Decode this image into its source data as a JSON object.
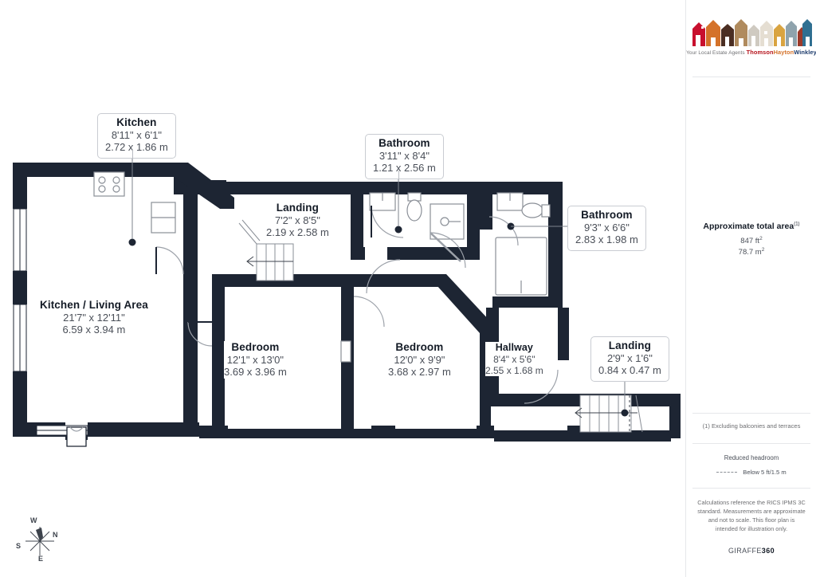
{
  "document": {
    "type": "floor-plan",
    "wall_color": "#1d2533",
    "label_border_color": "#c9ccd2"
  },
  "rooms": [
    {
      "name": "Kitchen",
      "imperial": "8'11\" x 6'1\"",
      "metric": "2.72 x 1.86 m",
      "boxed": true
    },
    {
      "name": "Bathroom",
      "imperial": "3'11\" x 8'4\"",
      "metric": "1.21 x 2.56 m",
      "boxed": true
    },
    {
      "name": "Bathroom",
      "imperial": "9'3\" x 6'6\"",
      "metric": "2.83 x 1.98 m",
      "boxed": true
    },
    {
      "name": "Landing",
      "imperial": "7'2\" x 8'5\"",
      "metric": "2.19 x 2.58 m",
      "boxed": false
    },
    {
      "name": "Kitchen / Living Area",
      "imperial": "21'7\" x 12'11\"",
      "metric": "6.59 x 3.94 m",
      "boxed": false
    },
    {
      "name": "Bedroom",
      "imperial": "12'1\" x 13'0\"",
      "metric": "3.69 x 3.96 m",
      "boxed": false
    },
    {
      "name": "Bedroom",
      "imperial": "12'0\" x 9'9\"",
      "metric": "3.68 x 2.97 m",
      "boxed": false
    },
    {
      "name": "Hallway",
      "imperial": "8'4\" x 5'6\"",
      "metric": "2.55 x 1.68 m",
      "boxed": false
    },
    {
      "name": "Landing",
      "imperial": "2'9\" x 1'6\"",
      "metric": "0.84 x 0.47 m",
      "boxed": true
    }
  ],
  "compass": {
    "north": "N",
    "south": "S",
    "east": "E",
    "west": "W"
  },
  "sidebar": {
    "logo": {
      "tagline": "Your Local Estate Agents",
      "brand_part1": "Thomson",
      "brand_part2": "Hayton",
      "brand_part3": "Winkley",
      "house_colors": [
        "#c8102e",
        "#d4722a",
        "#5a3a2e",
        "#a8855f",
        "#c8c3bb",
        "#e8e3db",
        "#d9a441",
        "#8c9ba5",
        "#9c3a2a",
        "#3d6b8c"
      ]
    },
    "area": {
      "title": "Approximate total area",
      "title_superscript": "(1)",
      "imperial_value": "847 ft",
      "imperial_unit": "2",
      "metric_value": "78.7 m",
      "metric_unit": "2"
    },
    "footnote": "(1) Excluding balconies and terraces",
    "headroom": {
      "title": "Reduced headroom",
      "legend_label": "Below 5 ft/1.5 m"
    },
    "disclaimer": "Calculations reference the RICS IPMS 3C standard. Measurements are approximate and not to scale. This floor plan is intended for illustration only.",
    "brand": {
      "name": "GIRAFFE",
      "number": "360"
    }
  }
}
